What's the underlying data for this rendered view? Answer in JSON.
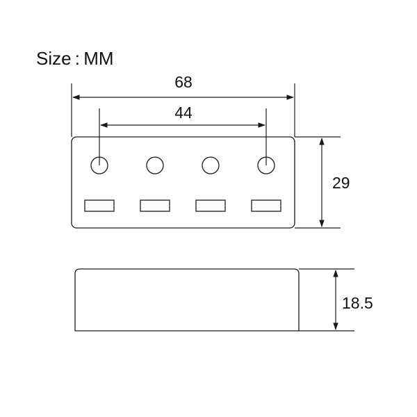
{
  "title": "Size : MM",
  "dimensions": {
    "overall_width": "68",
    "hole_span": "44",
    "height": "29",
    "depth": "18.5"
  },
  "top_view": {
    "holes": 4,
    "slots": 4
  },
  "colors": {
    "line": "#1a1a1a",
    "background": "#ffffff"
  }
}
